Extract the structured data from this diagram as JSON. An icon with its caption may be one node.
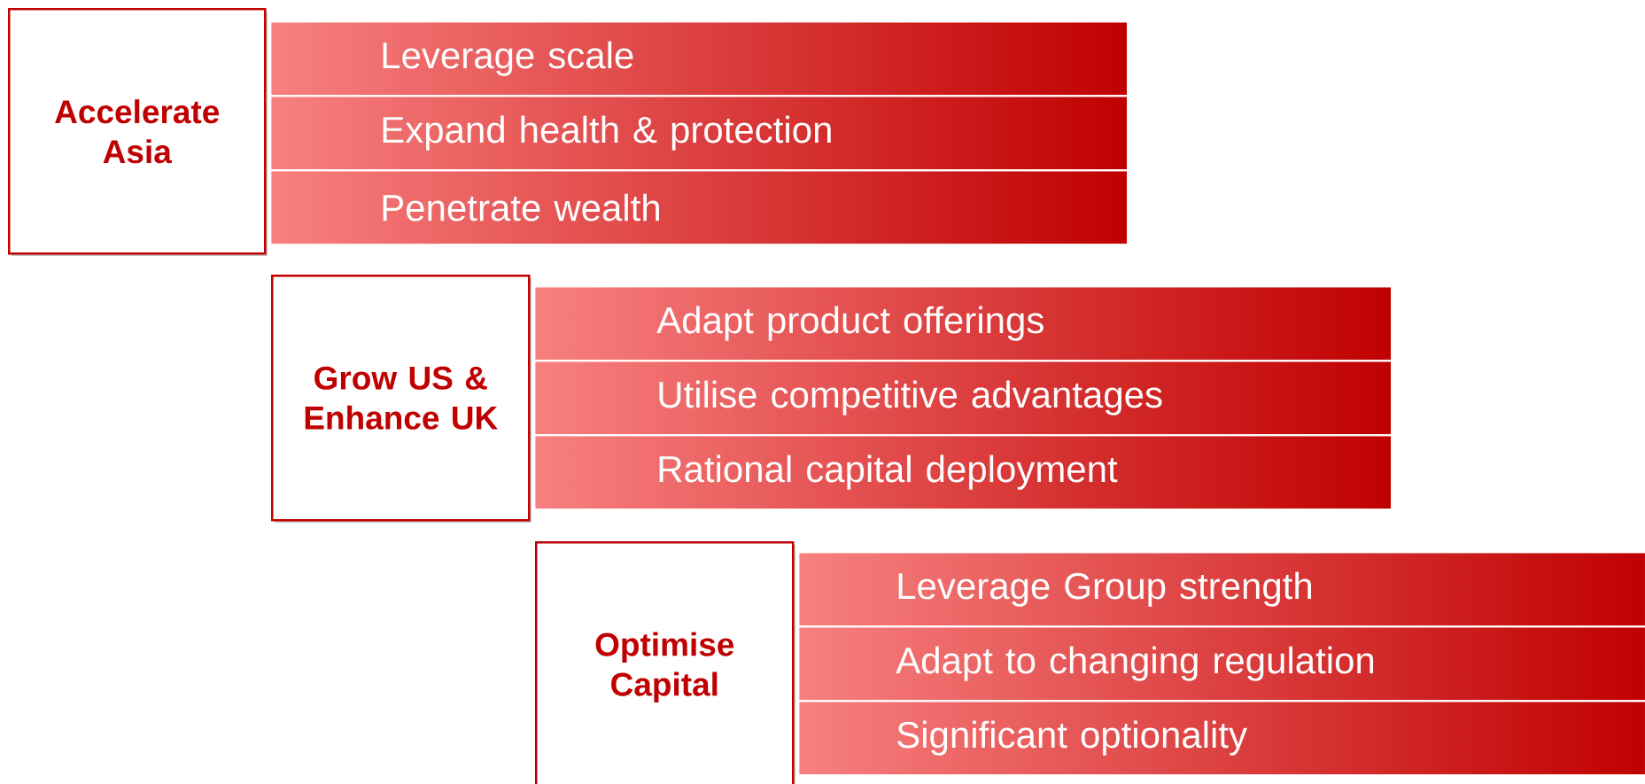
{
  "diagram": {
    "nodes": [
      {
        "text": [
          "Accelerate Asia"
        ]
      },
      {
        "text": [
          "Leverage scale"
        ]
      },
      {
        "text": [
          "Expand health & protection"
        ]
      },
      {
        "text": [
          "Penetrate wealth"
        ]
      },
      {
        "text": [
          "Grow US & Enhance UK"
        ]
      },
      {
        "text": [
          "Adapt product offerings"
        ]
      },
      {
        "text": [
          "Utilise competitive advantages"
        ]
      },
      {
        "text": [
          "Rational capital deployment"
        ]
      },
      {
        "text": [
          "Optimise Capital"
        ]
      },
      {
        "text": [
          "Leverage Group strength"
        ]
      },
      {
        "text": [
          "Adapt to changing regulation"
        ]
      },
      {
        "text": [
          "Significant optionality"
        ]
      }
    ]
  }
}
